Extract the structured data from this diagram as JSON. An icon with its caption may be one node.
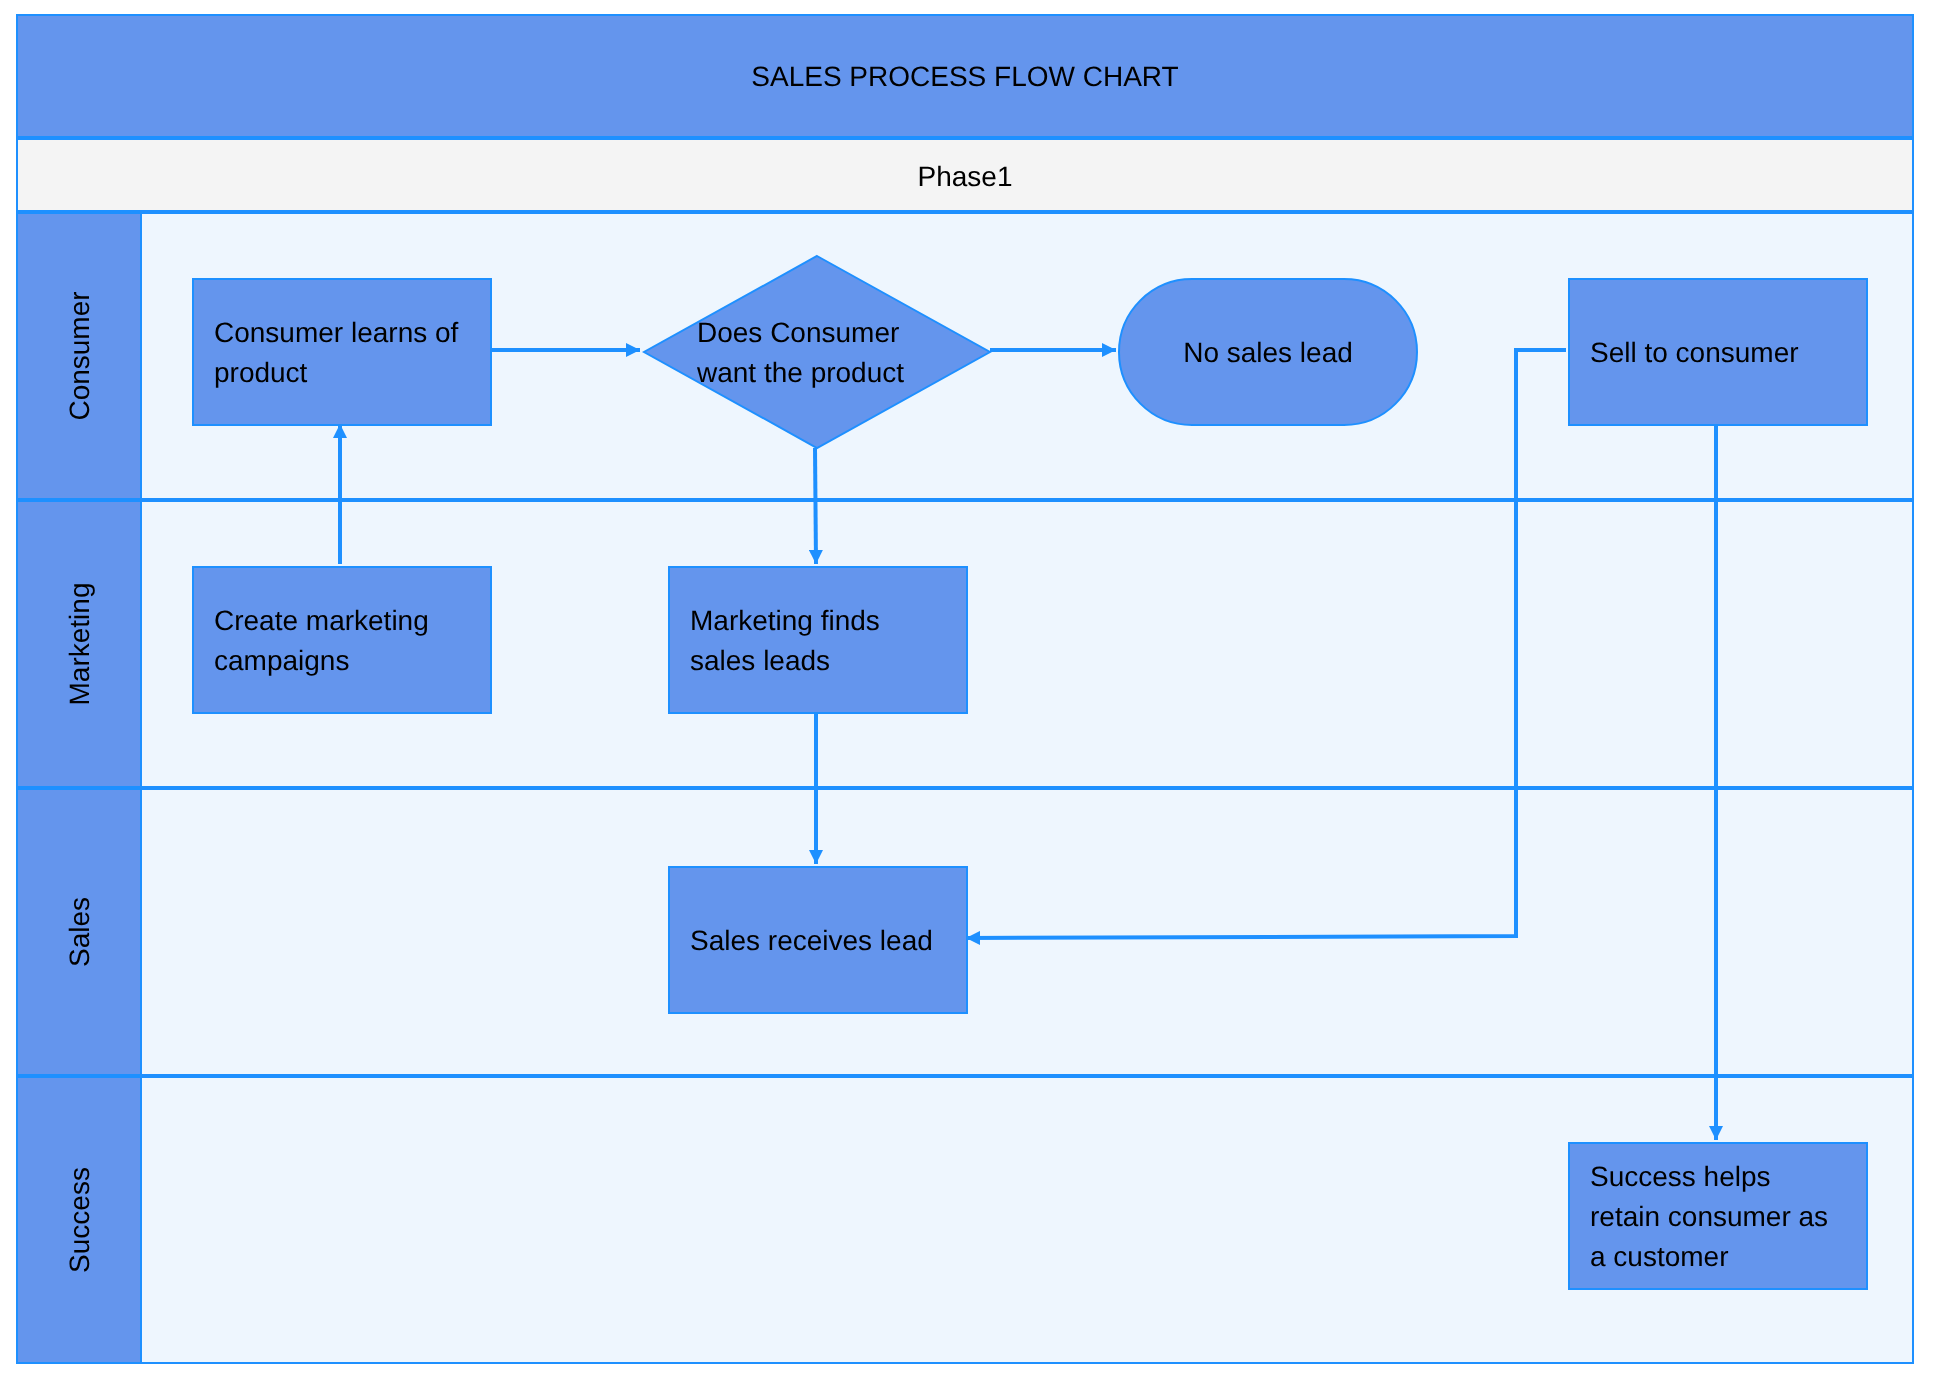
{
  "diagram": {
    "title": "SALES PROCESS FLOW CHART",
    "nodes": [
      {
        "text": [
          "Phase1"
        ]
      },
      {
        "text": [
          "Consumer"
        ]
      },
      {
        "text": [
          "Marketing"
        ]
      },
      {
        "text": [
          "Sales"
        ]
      },
      {
        "text": [
          "Success"
        ]
      },
      {
        "text": [
          "Consumer learns of product"
        ],
        "in": 1
      },
      {
        "text": [
          "Does Consumer want the product"
        ],
        "in": 1
      },
      {
        "text": [
          "No sales lead"
        ],
        "in": 1
      },
      {
        "text": [
          "Sell to consumer"
        ],
        "in": 1
      },
      {
        "text": [
          "Create marketing campaigns"
        ],
        "in": 2
      },
      {
        "text": [
          "Marketing finds sales leads"
        ],
        "in": 2
      },
      {
        "text": [
          "Sales receives lead"
        ],
        "in": 3
      },
      {
        "text": [
          "Success helps retain consumer as a customer"
        ],
        "in": 4
      }
    ],
    "edges": [
      {
        "from": 9,
        "to": 5,
        "arrow": "to"
      },
      {
        "from": 5,
        "to": 6,
        "arrow": "to"
      },
      {
        "from": 6,
        "to": 7,
        "arrow": "to"
      },
      {
        "from": 6,
        "to": 10,
        "arrow": "to"
      },
      {
        "from": 10,
        "to": 11,
        "arrow": "to"
      },
      {
        "from": 8,
        "to": 11,
        "arrow": "to"
      },
      {
        "from": 8,
        "to": 12,
        "arrow": "to"
      }
    ]
  }
}
